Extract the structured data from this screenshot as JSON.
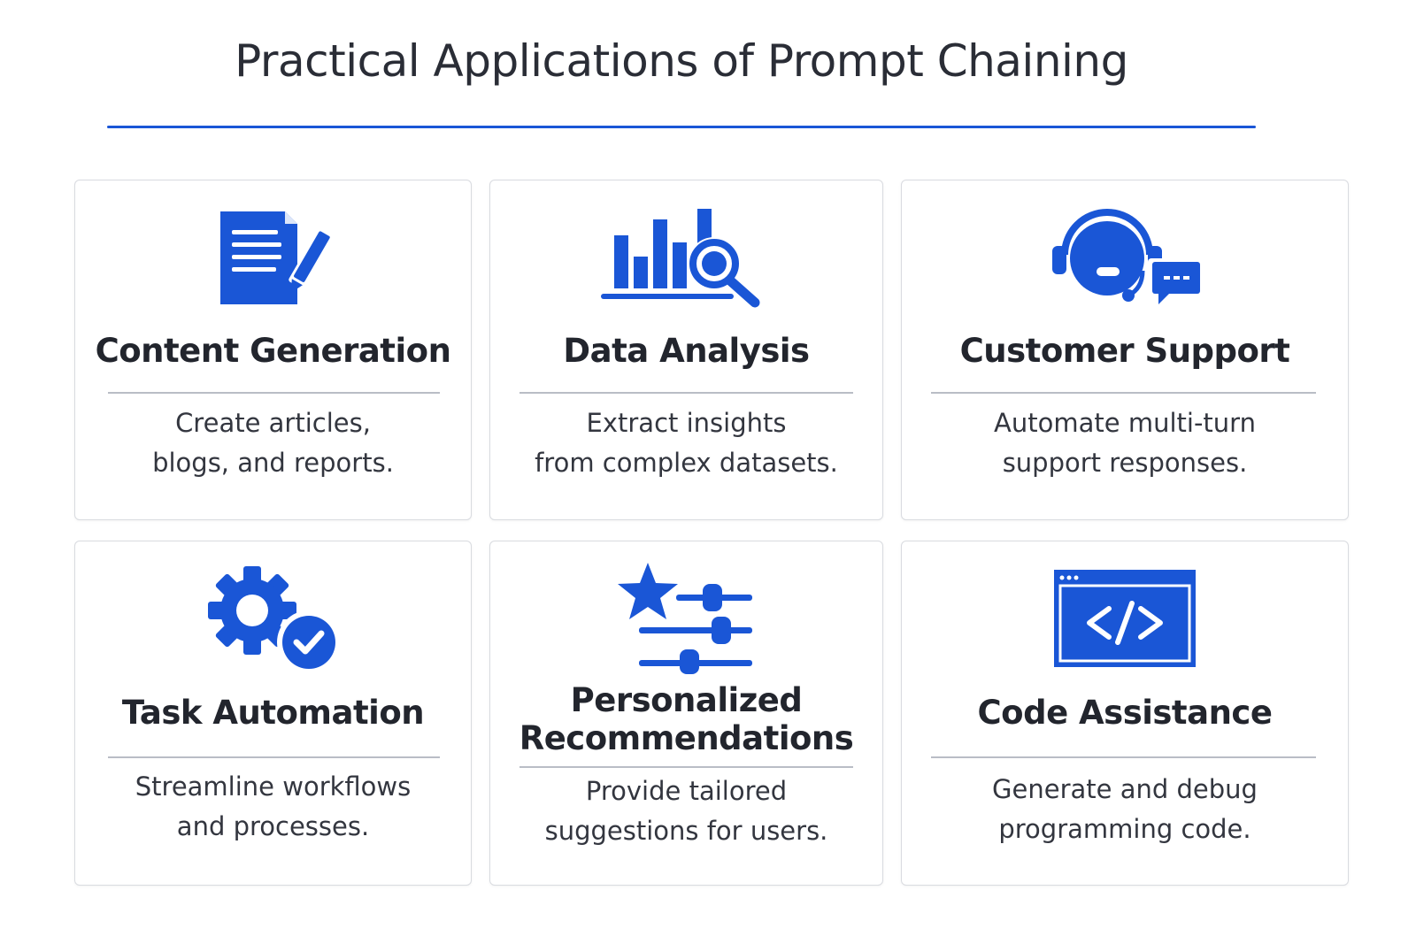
{
  "title": "Practical Applications of Prompt Chaining",
  "accent_color": "#1a56d6",
  "cards": [
    {
      "title": "Content Generation",
      "icon": "document-pen-icon",
      "description": "Create articles,\nblogs, and reports."
    },
    {
      "title": "Data Analysis",
      "icon": "bar-chart-magnifier-icon",
      "description": "Extract insights\nfrom complex datasets."
    },
    {
      "title": "Customer Support",
      "icon": "headset-chat-icon",
      "description": "Automate multi-turn\nsupport responses."
    },
    {
      "title": "Task Automation",
      "icon": "gear-check-icon",
      "description": "Streamline workflows\nand processes."
    },
    {
      "title": "Personalized Recommendations",
      "icon": "star-sliders-icon",
      "description": "Provide tailored\nsuggestions for users."
    },
    {
      "title": "Code Assistance",
      "icon": "code-window-icon",
      "description": "Generate and debug\nprogramming code."
    }
  ]
}
